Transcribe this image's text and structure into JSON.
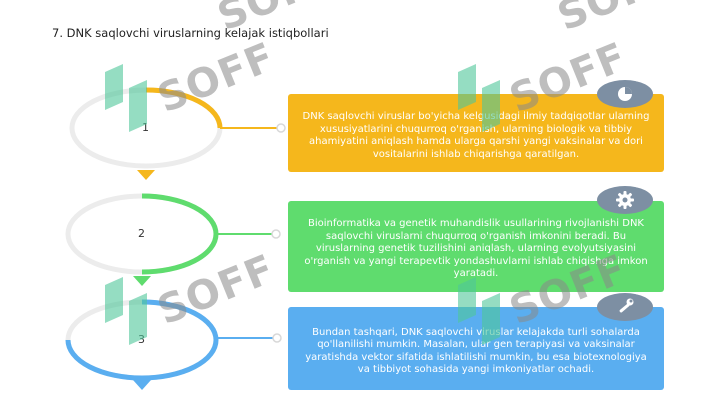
{
  "slide": {
    "title": "7. DNK saqlovchi viruslarning kelajak istiqbollari"
  },
  "steps": [
    {
      "number": "1",
      "text": "DNK saqlovchi viruslar bo'yicha kelgusidagi ilmiy tadqiqotlar ularning xususiyatlarini chuqurroq o'rganish, ularning biologik va tibbiy ahamiyatini aniqlash hamda ularga qarshi yangi vaksinalar va dori vositalarini ishlab chiqarishga qaratilgan.",
      "color": "#f5b71c",
      "icon": "pie-chart-icon"
    },
    {
      "number": "2",
      "text": "Bioinformatika va genetik muhandislik usullarining rivojlanishi DNK saqlovchi viruslarni chuqurroq o'rganish imkonini beradi. Bu viruslarning genetik tuzilishini aniqlash, ularning evolyutsiyasini o'rganish va yangi terapevtik yondashuvlarni ishlab chiqishga imkon yaratadi.",
      "color": "#5fdc6e",
      "icon": "gear-icon"
    },
    {
      "number": "3",
      "text": "Bundan tashqari, DNK saqlovchi viruslar kelajakda turli sohalarda qo'llanilishi mumkin. Masalan, ular gen terapiyasi va vaksinalar yaratishda vektor sifatida ishlatilishi mumkin, bu esa biotexnologiya va tibbiyot sohasida yangi imkoniyatlar ochadi.",
      "color": "#5aaef0",
      "icon": "wrench-icon"
    }
  ],
  "watermark": {
    "text": "SOFF"
  }
}
